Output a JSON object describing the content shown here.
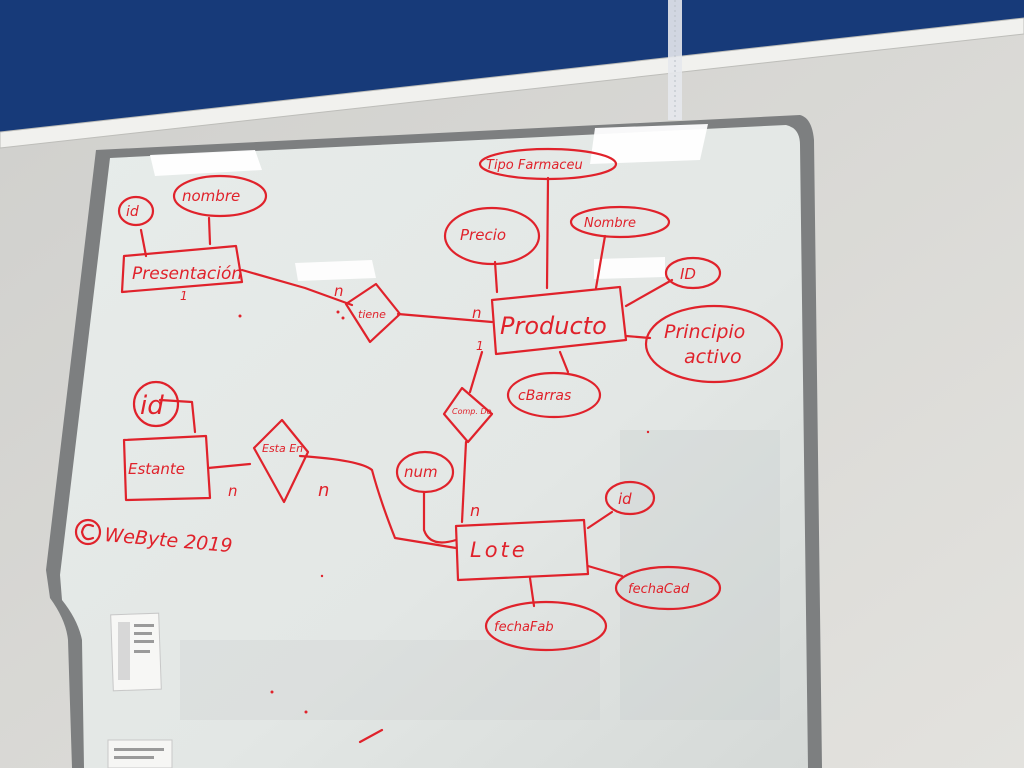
{
  "colors": {
    "marker_red": "#e0222b",
    "wall": "#d9d9d6",
    "banner_blue": "#173a79",
    "board_surface": "#e6eae8",
    "board_frame": "#7d7f80"
  },
  "icons": {
    "copyright": "copyright-icon"
  },
  "diagram": {
    "entities": {
      "presentacion": "Presentación",
      "producto": "Producto",
      "estante": "Estante",
      "lote": "Lote"
    },
    "relationships": {
      "tiene": "tiene",
      "compuesto_de": "Comp. De.",
      "esta_en": "Esta En"
    },
    "attributes": {
      "presentacion_id": "id",
      "presentacion_nombre": "nombre",
      "producto_tipo_farmaceutico": "Tipo Farmaceu",
      "producto_precio": "Precio",
      "producto_nombre": "Nombre",
      "producto_id": "ID",
      "producto_principio_activo_line1": "Principio",
      "producto_principio_activo_line2": "activo",
      "producto_cbarras": "cBarras",
      "estante_id": "id",
      "lote_num": "num",
      "lote_id": "id",
      "lote_fechacad": "fechaCad",
      "lote_fechafab": "fechaFab"
    },
    "cardinalities": {
      "presentacion_tiene": "1",
      "tiene_left": "n",
      "tiene_producto": "n",
      "producto_comp": "1",
      "comp_lote": "n",
      "estante_side": "n",
      "esta_en_lote": "n"
    },
    "signature": "WeByte 2019"
  }
}
